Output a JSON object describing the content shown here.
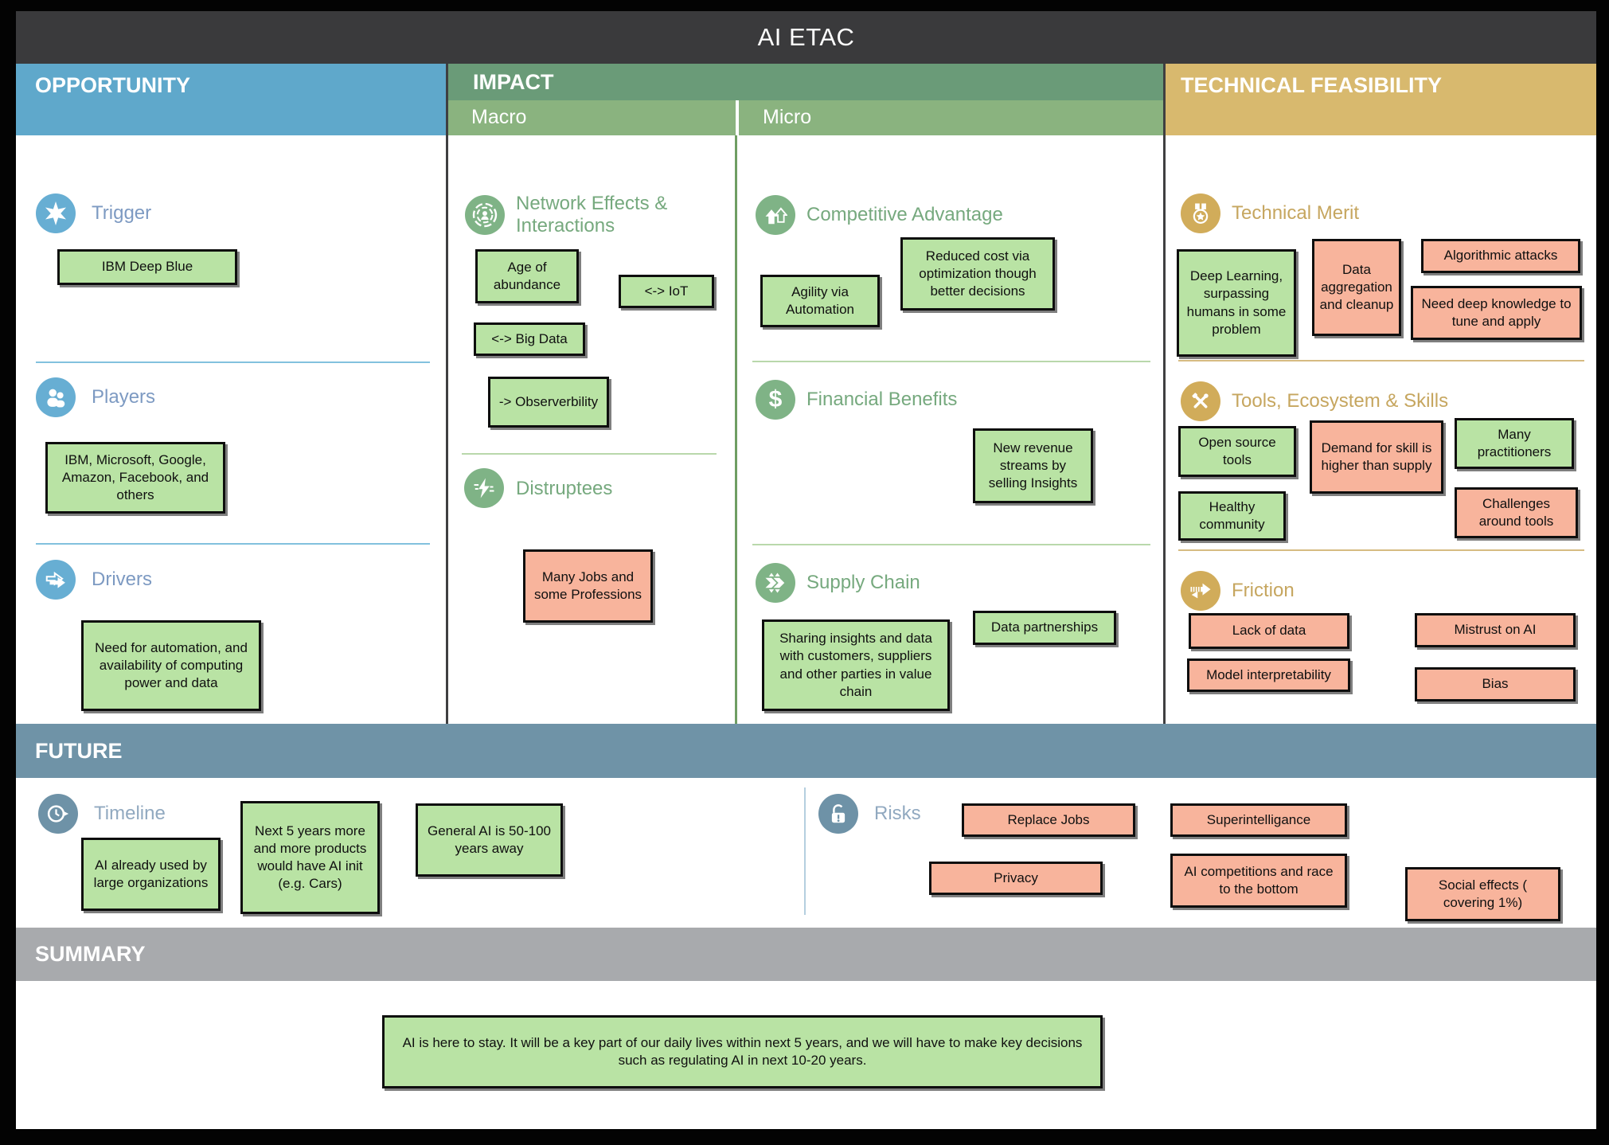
{
  "title": "AI ETAC",
  "palette": {
    "opportunity_header": "#5fa8cb",
    "impact_header_dark": "#6a9b78",
    "impact_header_light": "#8ab37f",
    "technical_header": "#d8b96e",
    "future_header": "#6f93a7",
    "summary_header": "#a8aaad",
    "titlebar": "#3a3a3c",
    "note_green": "#b9e3a4",
    "note_pink": "#f8b49c"
  },
  "icons": {
    "trigger": "burst-icon",
    "players": "people-icon",
    "drivers": "forward-arrows-icon",
    "network": "network-rings-icon",
    "disruptees": "lightning-icon",
    "competitive": "up-arrows-icon",
    "financial": "$",
    "supply": "chevron-flow-icon",
    "merit": "medal-icon",
    "tools": "crossed-tools-icon",
    "friction": "hatched-arrow-icon",
    "timeline": "clock-icon",
    "risks": "unlocked-padlock-icon"
  },
  "opportunity": {
    "header": "OPPORTUNITY",
    "trigger": {
      "label": "Trigger",
      "notes": [
        "IBM Deep Blue"
      ]
    },
    "players": {
      "label": "Players",
      "notes": [
        "IBM, Microsoft, Google, Amazon, Facebook, and others"
      ]
    },
    "drivers": {
      "label": "Drivers",
      "notes": [
        "Need for automation, and availability of computing power and data"
      ]
    }
  },
  "impact": {
    "header": "IMPACT",
    "macro": {
      "label": "Macro",
      "network": {
        "label": "Network Effects & Interactions",
        "notes": [
          "Age of abundance",
          "<-> IoT",
          "<-> Big Data",
          "-> Observerbility"
        ]
      },
      "disruptees": {
        "label": "Distruptees",
        "notes": [
          "Many Jobs and some Professions"
        ]
      }
    },
    "micro": {
      "label": "Micro",
      "competitive": {
        "label": "Competitive Advantage",
        "notes": [
          "Agility via Automation",
          "Reduced cost via optimization though better decisions"
        ]
      },
      "financial": {
        "label": "Financial Benefits",
        "notes": [
          "New revenue streams by selling Insights"
        ]
      },
      "supply": {
        "label": "Supply Chain",
        "notes": [
          "Sharing insights and data with customers, suppliers and other parties in value chain",
          "Data partnerships"
        ]
      }
    }
  },
  "technical": {
    "header": "TECHNICAL FEASIBILITY",
    "merit": {
      "label": "Technical Merit",
      "notes": [
        "Deep Learning, surpassing humans in some problem",
        "Data aggregation and cleanup",
        "Algorithmic attacks",
        "Need deep knowledge to tune and apply"
      ]
    },
    "tools": {
      "label": "Tools, Ecosystem & Skills",
      "notes": [
        "Open source tools",
        "Demand for skill is higher than supply",
        "Many practitioners",
        "Healthy community",
        "Challenges around tools"
      ]
    },
    "friction": {
      "label": "Friction",
      "notes": [
        "Lack of data",
        "Mistrust on AI",
        "Model interpretability",
        "Bias"
      ]
    }
  },
  "future": {
    "header": "FUTURE",
    "timeline": {
      "label": "Timeline",
      "notes": [
        "AI already used by large organizations",
        "Next 5 years more and more products would have AI init (e.g. Cars)",
        "General AI is 50-100 years away"
      ]
    },
    "risks": {
      "label": "Risks",
      "notes": [
        "Replace Jobs",
        "Superintelligance",
        "Privacy",
        "AI competitions and race to the bottom",
        "Social effects ( covering 1%)"
      ]
    }
  },
  "summary": {
    "header": "SUMMARY",
    "note": "AI is here to stay. It will be a key part of our daily lives within next 5 years, and we will have to make key decisions such as regulating AI in next 10-20 years."
  }
}
